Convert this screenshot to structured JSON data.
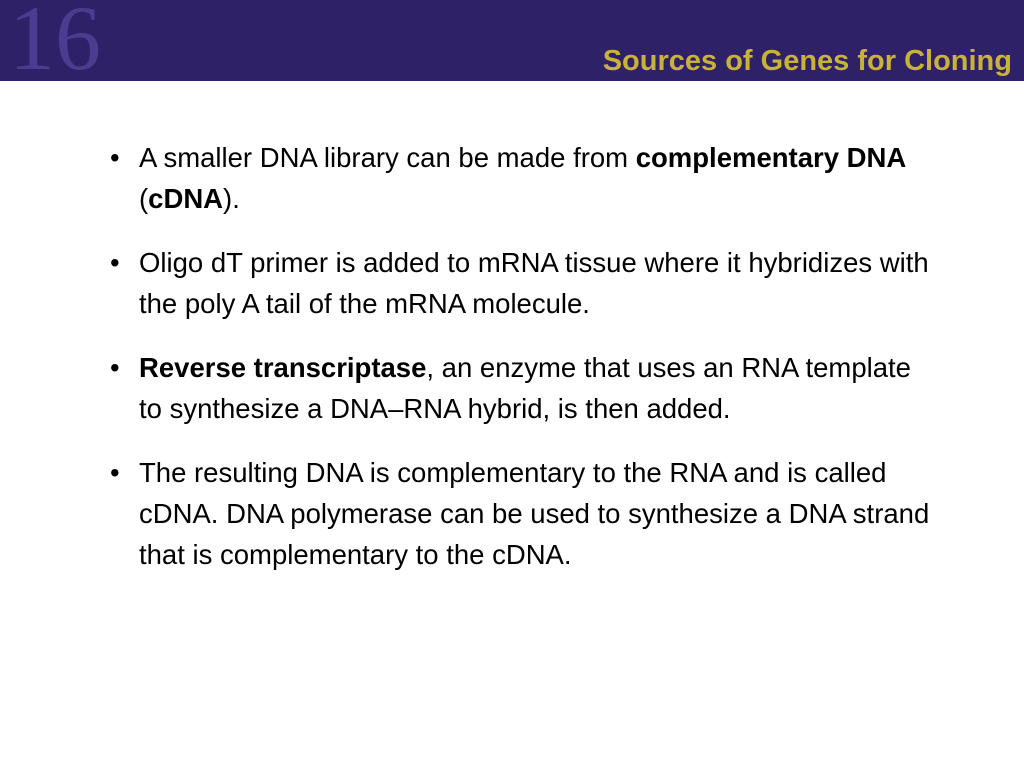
{
  "header": {
    "chapter_number": "16",
    "title": "Sources of Genes for Cloning",
    "background_color": "#2e2168",
    "title_color": "#c9b23a"
  },
  "bullets": [
    {
      "part1": "A smaller DNA library can be made from ",
      "part2_bold": "complementary DNA",
      "part3": " (",
      "part4_bold": "cDNA",
      "part5": ")."
    },
    {
      "text": "Oligo dT primer is added to mRNA tissue where it hybridizes with the poly A tail of the mRNA molecule."
    },
    {
      "part1_bold": "Reverse transcriptase",
      "part2": ", an enzyme that uses an RNA template to synthesize a DNA–RNA hybrid, is then added."
    },
    {
      "text": "The resulting DNA is complementary to the RNA and is called cDNA. DNA polymerase can be used to synthesize a DNA strand that is complementary to the cDNA."
    }
  ],
  "bullet_symbol": "•"
}
